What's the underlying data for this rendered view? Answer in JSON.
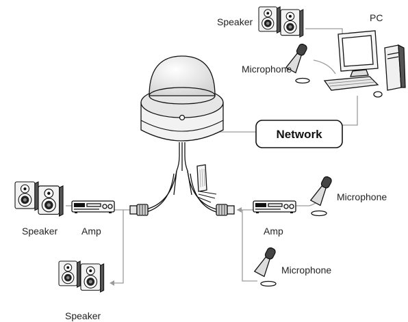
{
  "diagram": {
    "network_label": "Network",
    "pc_label": "PC",
    "pc_speaker_label": "Speaker",
    "pc_microphone_label": "Microphone",
    "left_speaker_label": "Speaker",
    "left_amp_label": "Amp",
    "bottom_speaker_label": "Speaker",
    "right_amp_label": "Amp",
    "right_microphone_label": "Microphone",
    "bottom_microphone_label": "Microphone"
  },
  "colors": {
    "line": "#9a9a9a",
    "outline": "#111111",
    "background": "#ffffff"
  }
}
